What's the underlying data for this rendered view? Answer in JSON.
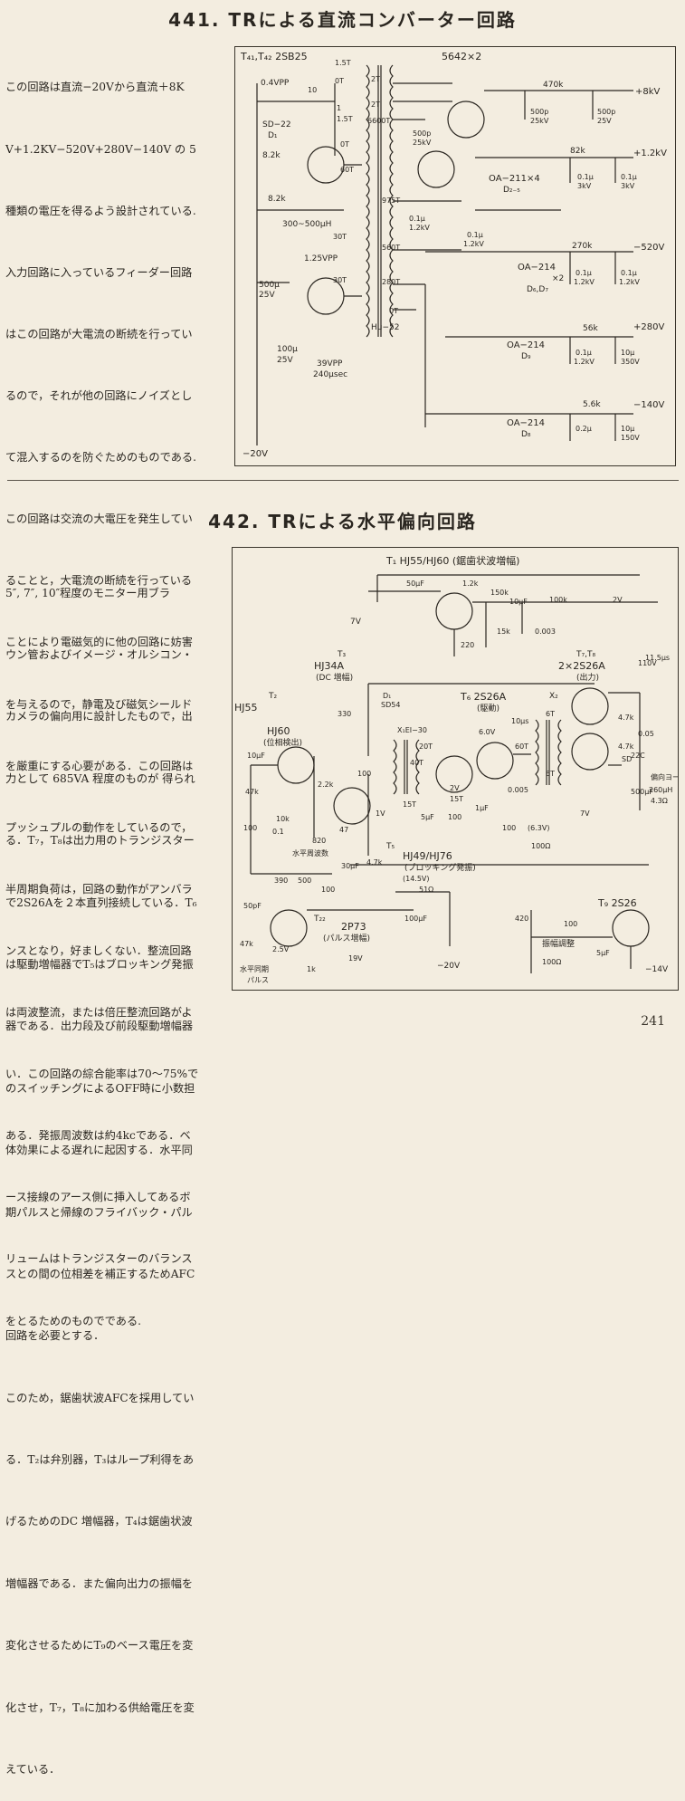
{
  "section441": {
    "title": "441. TRによる直流コンバーター回路",
    "text": [
      "この回路は直流−20Vから直流＋8K",
      "V+1.2KV−520V+280V−140V の 5",
      "種類の電圧を得るよう設計されている.",
      "入力回路に入っているフィーダー回路",
      "はこの回路が大電流の断続を行ってい",
      "るので，それが他の回路にノイズとし",
      "て混入するのを防ぐためのものである.",
      "この回路は交流の大電圧を発生してい",
      "ることと，大電流の断続を行っている",
      "ことにより電磁気的に他の回路に妨害",
      "を与えるので，静電及び磁気シールド",
      "を厳重にする心要がある．この回路は",
      "プッシュプルの動作をしているので，",
      "半周期負荷は，回路の動作がアンバラ",
      "ンスとなり，好ましくない．整流回路",
      "は両波整流，または倍圧整流回路がよ",
      "い．この回路の綜合能率は70〜75%で",
      "ある．発振周波数は約4kcである．ベ",
      "ース接線のアース側に挿入してあるボ",
      "リュームはトランジスターのバランス",
      "をとるためのものでである."
    ],
    "schematic_labels": {
      "transistors": "T₄₁,T₄₂ 2SB25",
      "tube": "5642×2",
      "input_wave": "0.4VPP",
      "diode_sd": "SD−22",
      "diode_sd_ref": "D₁",
      "r_8k2a": "8.2k",
      "r_8k2b": "8.2k",
      "choke": "300~500μH",
      "cap_500u": "500μ",
      "cap_500u_v": "25V",
      "cap_100u": "100μ",
      "cap_100u_v": "25V",
      "wave_1v25": "1.25VPP",
      "wave_39": "39VPP",
      "wave_240": "240μsec",
      "supply": "−20V",
      "t15": "1.5T",
      "t0a": "0T",
      "t2a": "2T",
      "t2b": "2T",
      "t15b": "1.5T",
      "t1": "1",
      "t6600": "6600T",
      "t0b": "0T",
      "t60": "60T",
      "t975": "975T",
      "t30": "30T",
      "t560": "560T",
      "t280": "280T",
      "t0c": "0T",
      "t30b": "30T",
      "t10": "10",
      "xfmr": "Hu−52",
      "r470": "470k",
      "c500p_a": "500p",
      "c500p_a_v": "25kV",
      "c500p_b": "500p",
      "c500p_b_v": "25V",
      "out_8kv": "+8kV",
      "c500p_c": "500p",
      "c500p_c_v": "25kV",
      "r82": "82k",
      "out_1k2": "+1.2kV",
      "oa211": "OA−211×4",
      "d23": "D₂₋₅",
      "c01a": "0.1μ",
      "c01a_v": "3kV",
      "c01b": "0.1μ",
      "c01b_v": "3kV",
      "c01c": "0.1μ",
      "c01c_v": "1.2kV",
      "c01d": "0.1μ",
      "c01d_v": "1.2kV",
      "r270": "270k",
      "out_520": "−520V",
      "oa214a": "OA−214",
      "oa214a_x": "×2",
      "d67": "D₆,D₇",
      "c01e": "0.1μ",
      "c01e_v": "1.2kV",
      "c01f": "0.1μ",
      "c01f_v": "1.2kV",
      "r56": "56k",
      "out_280": "+280V",
      "oa214b": "OA−214",
      "d9": "D₉",
      "c01g": "0.1μ",
      "c01g_v": "1.2kV",
      "c10a": "10μ",
      "c10a_v": "350V",
      "r56b": "5.6k",
      "out_140": "−140V",
      "oa214c": "OA−214",
      "d8": "D₈",
      "c02": "0.2μ",
      "c10b": "10μ",
      "c10b_v": "150V"
    }
  },
  "section442": {
    "title": "442. TRによる水平偏向回路",
    "text": [
      "5″, 7″, 10″程度のモニター用ブラ",
      "ウン管およびイメージ・オルシコン・",
      "カメラの偏向用に設計したもので，出",
      "力として 685VA 程度のものが 得られ",
      "る．T₇，T₈は出力用のトランジスター",
      "で2S26Aを２本直列接続している．T₆",
      "は駆動増幅器でT₅はブロッキング発振",
      "器である．出力段及び前段駆動増幅器",
      "のスイッチングによるOFF時に小数担",
      "体効果による遅れに起因する．水平同",
      "期パルスと帰線のフライバック・パル",
      "スとの間の位相差を補正するためAFC",
      "回路を必要とする．",
      "このため，鋸歯状波AFCを採用してい",
      "る．T₂は弁別器，T₃はループ利得をあ",
      "げるためのDC 増幅器，T₄は鋸歯状波",
      "増幅器である．また偏向出力の振幅を",
      "変化させるためにT₉のベース電圧を変",
      "化させ，T₇，T₈に加わる供給電圧を変",
      "えている．"
    ],
    "schematic_labels": {
      "t1": "T₁ HJ55/HJ60 (鋸歯状波増幅)",
      "c50": "50μF",
      "r12": "1.2k",
      "r150": "150k",
      "c10": "10μF",
      "r100": "100k",
      "v2": "2V",
      "r15": "15k",
      "c0003": "0.003",
      "r220": "220",
      "wave7v": "7V",
      "t3": "T₃",
      "hj34a": "HJ34A",
      "dc_amp": "(DC 増幅)",
      "t2": "T₂",
      "hj55": "HJ55",
      "hj60": "HJ60",
      "phase": "(位相検出)",
      "c10u": "10μF",
      "r47k": "47k",
      "r22k": "2.2k",
      "r330": "330",
      "d1": "D₁",
      "sd54": "SD54",
      "x1": "X₁EI−30",
      "t20": "20T",
      "t40": "40T",
      "t15": "15T",
      "v1": "1V",
      "c5": "5μF",
      "r100b": "100",
      "r10k": "10k",
      "r47": "47",
      "r820": "820",
      "r100c": "100",
      "r47b": "4.7k",
      "c30": "30μF",
      "r390": "390",
      "r500": "500",
      "freq": "水平周波数",
      "r100d": "100",
      "c01": "0.1",
      "t6": "T₆ 2S26A",
      "drive": "(駆動)",
      "v6": "6.0V",
      "us10": "10μs",
      "t60": "60T",
      "t15b": "15T",
      "c0005": "0.005",
      "v2b": "2V",
      "c1u": "1μF",
      "r100e": "100",
      "v63": "(6.3V)",
      "c100": "100",
      "r100o": "100Ω",
      "x2": "X₂",
      "t7t8": "T₇,T₈",
      "out2s26a": "2×2S26A",
      "output": "(出力)",
      "t6b": "6T",
      "t6c": "6T",
      "r47c": "4.7k",
      "r47d": "4.7k",
      "v110": "110V",
      "us115": "11.5μs",
      "c005": "0.05",
      "sd": "SD",
      "c22": "22C",
      "yoke": "偏向ヨーク",
      "l260": "260μH",
      "r43": "4.3Ω",
      "c500": "500μF",
      "v7": "7V",
      "t5": "T₅",
      "hj49": "HJ49/HJ76",
      "block": "(ブロッキング発振)",
      "v145": "(14.5V)",
      "r51": "51Ω",
      "c100u": "100μF",
      "c50p": "50pF",
      "t22": "T₂₂",
      "p2p73": "2P73",
      "pulse_amp": "(パルス増幅)",
      "v25": "2.5V",
      "v19": "19V",
      "r47e": "47k",
      "r1k": "1k",
      "sync": "水平同期",
      "pulse": "パルス",
      "supply": "−20V",
      "r420": "420",
      "r100f": "100",
      "amp": "振幅調整",
      "r100g": "100Ω",
      "c5b": "5μF",
      "t9": "T₉ 2S26",
      "v14": "−14V"
    }
  },
  "page_number": "241"
}
